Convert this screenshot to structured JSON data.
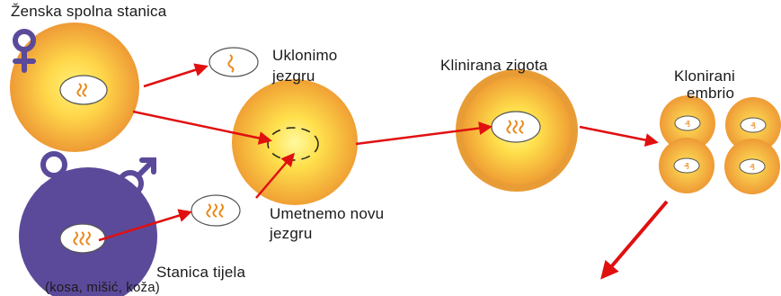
{
  "labels": {
    "female_cell": "Ženska spolna stanica",
    "remove_nucleus_1": "Uklonimo",
    "remove_nucleus_2": "jezgru",
    "cloned_zygote": "Klinirana zigota",
    "cloned_embryo_1": "Klonirani",
    "cloned_embryo_2": "embrio",
    "insert_nucleus_1": "Umetnemo  novu",
    "insert_nucleus_2": "jezgru",
    "body_cell": "Stanica tijela",
    "body_cell_examples": "(kosa, mišić, koža)"
  },
  "icons": {
    "female_symbol_top": "female-symbol",
    "female_symbol_bottom": "female-symbol",
    "male_symbol": "male-symbol"
  },
  "colors": {
    "cell_orange": "#f2a93b",
    "cell_yellow": "#ffe85a",
    "body_cell_purple": "#5b4a9a",
    "symbol_purple": "#5b4a9a",
    "arrow_red": "#e01010",
    "nucleus_squiggle": "#e88a1a"
  }
}
